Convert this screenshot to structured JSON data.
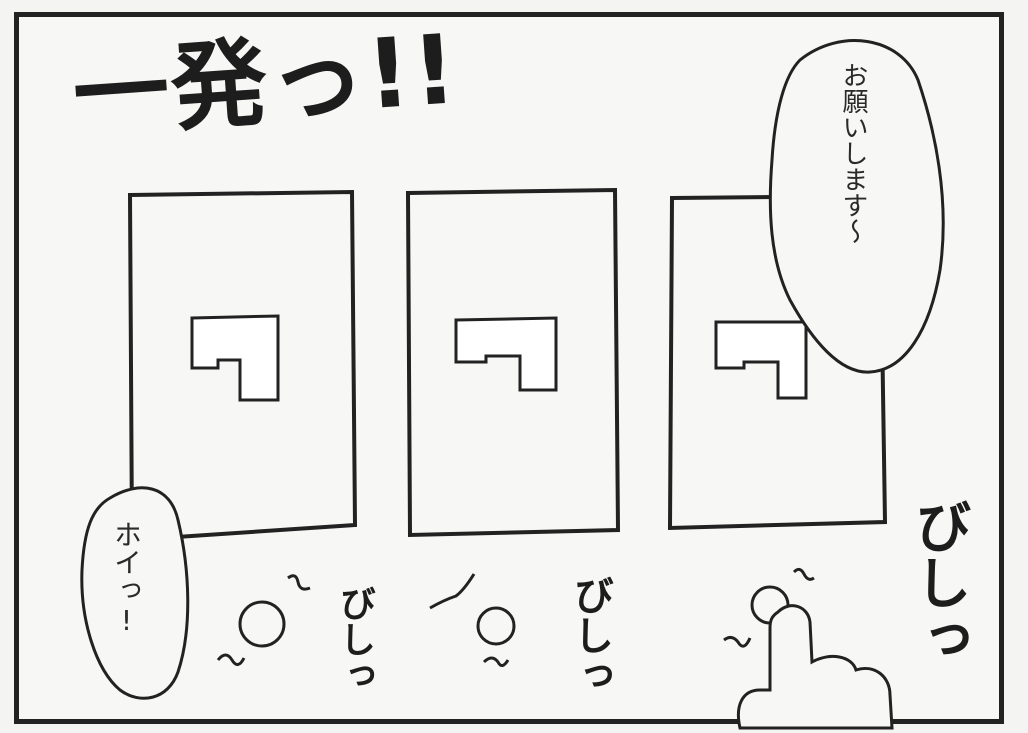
{
  "title_sfx": "一発っ!!",
  "cards": [
    {
      "label": "7"
    },
    {
      "label": "7"
    },
    {
      "label": "7"
    }
  ],
  "speech_bubbles": [
    {
      "text": "お願いします〜"
    },
    {
      "text": "ホイっ!"
    }
  ],
  "sound_effects": [
    {
      "text": "びしっ"
    },
    {
      "text": "びしっ"
    },
    {
      "text": "びしっ"
    }
  ]
}
